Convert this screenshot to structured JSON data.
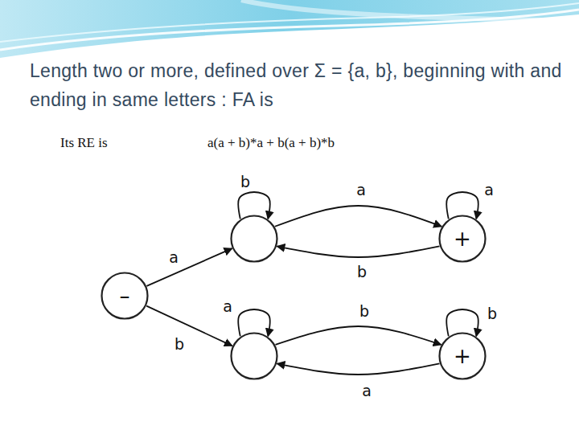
{
  "diagram": {
    "title": "Length two or more, defined over Σ = {a, b}, beginning with and ending in same letters : FA is",
    "nodes": [
      {
        "text": [
          "–"
        ]
      },
      {
        "text": []
      },
      {
        "text": [
          "+"
        ]
      },
      {
        "text": []
      },
      {
        "text": [
          "+"
        ]
      }
    ],
    "edges": [
      {
        "from": 0,
        "to": 1,
        "arrow": "to",
        "label": "a"
      },
      {
        "from": 0,
        "to": 3,
        "arrow": "to",
        "label": "b"
      },
      {
        "from": 1,
        "to": 1,
        "arrow": "to",
        "label": "b"
      },
      {
        "from": 1,
        "to": 2,
        "arrow": "to",
        "label": "a"
      },
      {
        "from": 2,
        "to": 1,
        "arrow": "to",
        "label": "b"
      },
      {
        "from": 2,
        "to": 2,
        "arrow": "to",
        "label": "a"
      },
      {
        "from": 3,
        "to": 3,
        "arrow": "to",
        "label": "a"
      },
      {
        "from": 3,
        "to": 4,
        "arrow": "to",
        "label": "b"
      },
      {
        "from": 4,
        "to": 3,
        "arrow": "to",
        "label": "a"
      },
      {
        "from": 4,
        "to": 4,
        "arrow": "to",
        "label": "b"
      }
    ],
    "labels": [
      "Its RE is",
      "a(a + b)*a + b(a + b)*b"
    ]
  }
}
